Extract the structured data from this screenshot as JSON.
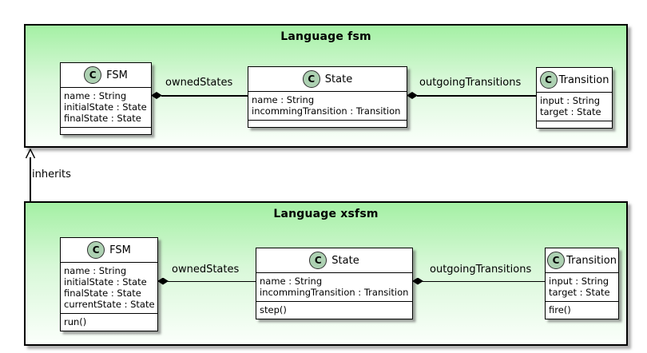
{
  "diagram": {
    "type": "uml-class-diagram",
    "icon_letter": "C",
    "inherits_label": "inherits"
  },
  "colors": {
    "package_gradient_top": "#A4F0A4",
    "package_gradient_bottom": "#FBFFFB",
    "class_icon_bg": "#ADD1B2",
    "class_bg": "#FFFFFF",
    "border": "#000000"
  },
  "packages": [
    {
      "title": "Language fsm",
      "classes": [
        {
          "name": "FSM",
          "attributes": [
            "name : String",
            "initialState : State",
            "finalState : State"
          ],
          "operations": []
        },
        {
          "name": "State",
          "attributes": [
            "name : String",
            "incommingTransition : Transition"
          ],
          "operations": []
        },
        {
          "name": "Transition",
          "attributes": [
            "input : String",
            "target : State"
          ],
          "operations": []
        }
      ],
      "associations": [
        {
          "label": "ownedStates",
          "from": "FSM",
          "to": "State",
          "type": "composition"
        },
        {
          "label": "outgoingTransitions",
          "from": "State",
          "to": "Transition",
          "type": "composition"
        }
      ]
    },
    {
      "title": "Language xsfsm",
      "classes": [
        {
          "name": "FSM",
          "attributes": [
            "name : String",
            "initialState : State",
            "finalState : State",
            "currentState : State"
          ],
          "operations": [
            "run()"
          ]
        },
        {
          "name": "State",
          "attributes": [
            "name : String",
            "incommingTransition : Transition"
          ],
          "operations": [
            "step()"
          ]
        },
        {
          "name": "Transition",
          "attributes": [
            "input : String",
            "target : State"
          ],
          "operations": [
            "fire()"
          ]
        }
      ],
      "associations": [
        {
          "label": "ownedStates",
          "from": "FSM",
          "to": "State",
          "type": "composition"
        },
        {
          "label": "outgoingTransitions",
          "from": "State",
          "to": "Transition",
          "type": "composition"
        }
      ]
    }
  ],
  "relations": [
    {
      "label": "inherits",
      "from": "Language xsfsm",
      "to": "Language fsm",
      "type": "arrow"
    }
  ]
}
